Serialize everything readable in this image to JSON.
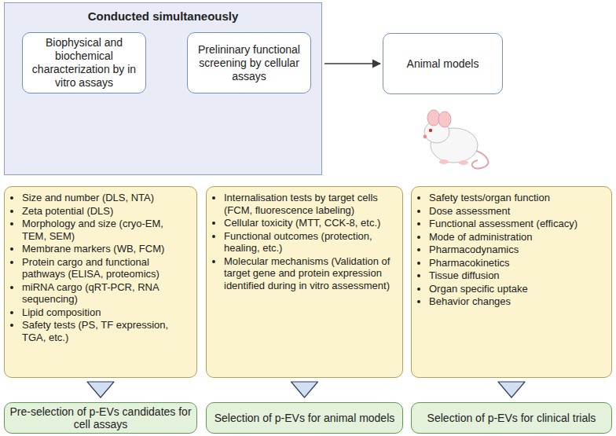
{
  "diagram": {
    "nodes": [
      {
        "text": [
          "Conducted simultaneously"
        ]
      },
      {
        "text": [
          "Biophysical and biochemical characterization by in vitro assays"
        ],
        "in": 0
      },
      {
        "text": [
          "Prelininary functional screening by cellular assays"
        ],
        "in": 0
      },
      {
        "text": [
          "Animal models"
        ]
      },
      {
        "text": [
          "Size and number (DLS, NTA)",
          "Zeta potential (DLS)",
          "Morphology and size (cryo-EM, TEM, SEM)",
          "Membrane markers (WB, FCM)",
          "Protein cargo and functional pathways (ELISA, proteomics)",
          "miRNA cargo (qRT-PCR, RNA sequencing)",
          "Lipid composition",
          "Safety tests (PS, TF expression, TGA, etc.)"
        ]
      },
      {
        "text": [
          "Internalisation tests by target cells (FCM, fluorescence labeling)",
          "Cellular toxicity (MTT, CCK-8, etc.)",
          "Functional outcomes (protection, healing, etc.)",
          "Molecular mechanisms (Validation of target gene and protein expression identified during in vitro assessment)"
        ]
      },
      {
        "text": [
          "Safety tests/organ function",
          "Dose assessment",
          "Functional assessment (efficacy)",
          "Mode of administration",
          "Pharmacodynamics",
          "Pharmacokinetics",
          "Tissue diffusion",
          "Organ specific uptake",
          "Behavior changes"
        ]
      },
      {
        "text": [
          "Pre-selection of p-EVs candidates for cell assays"
        ]
      },
      {
        "text": [
          "Selection of p-EVs for animal models"
        ]
      },
      {
        "text": [
          "Selection of p-EVs for clinical trials"
        ]
      }
    ],
    "edges": [
      {
        "from": 1,
        "to": 2,
        "arrow": "both"
      },
      {
        "from": 0,
        "to": 3,
        "arrow": "to"
      },
      {
        "from": 4,
        "to": 7,
        "arrow": "to"
      },
      {
        "from": 5,
        "to": 8,
        "arrow": "to"
      },
      {
        "from": 6,
        "to": 9,
        "arrow": "to"
      }
    ]
  }
}
